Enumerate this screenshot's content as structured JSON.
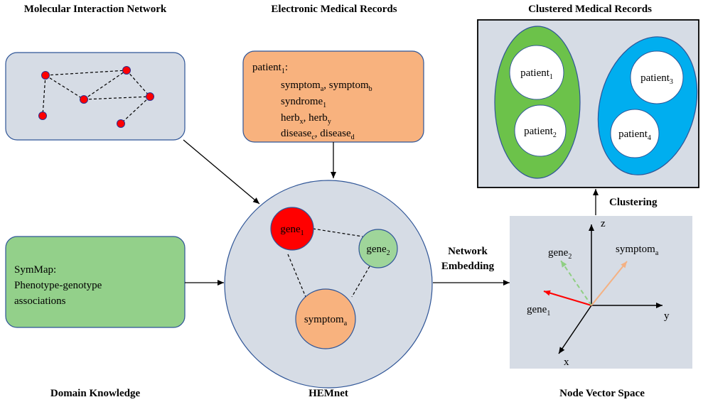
{
  "titles": {
    "molecular": "Molecular Interaction Network",
    "emr": "Electronic Medical Records",
    "clustered": "Clustered Medical Records",
    "domain": "Domain Knowledge",
    "hemnet": "HEMnet",
    "vector": "Node Vector Space"
  },
  "emr": {
    "patient": {
      "base": "patient",
      "sub": "1",
      "suffix": ":"
    },
    "line1": [
      {
        "base": "symptom",
        "sub": "a",
        "suffix": ", "
      },
      {
        "base": "symptom",
        "sub": "b",
        "suffix": ""
      }
    ],
    "line2": [
      {
        "base": "syndrome",
        "sub": "1",
        "suffix": ""
      }
    ],
    "line3": [
      {
        "base": "herb",
        "sub": "x",
        "suffix": ", "
      },
      {
        "base": "herb",
        "sub": "y",
        "suffix": ""
      }
    ],
    "line4": [
      {
        "base": "disease",
        "sub": "c",
        "suffix": ", "
      },
      {
        "base": "disease",
        "sub": "d",
        "suffix": ""
      }
    ]
  },
  "clusters": {
    "p1": {
      "base": "patient",
      "sub": "1"
    },
    "p2": {
      "base": "patient",
      "sub": "2"
    },
    "p3": {
      "base": "patient",
      "sub": "3"
    },
    "p4": {
      "base": "patient",
      "sub": "4"
    }
  },
  "symmap": {
    "line1": "SymMap:",
    "line2": "Phenotype-genotype",
    "line3": "associations"
  },
  "hemnet_nodes": {
    "gene1": {
      "base": "gene",
      "sub": "1"
    },
    "gene2": {
      "base": "gene",
      "sub": "2"
    },
    "symptom": {
      "base": "symptom",
      "sub": "a"
    }
  },
  "labels": {
    "clustering": "Clustering",
    "network": "Network",
    "embedding": "Embedding"
  },
  "vector": {
    "gene1": {
      "base": "gene",
      "sub": "1"
    },
    "gene2": {
      "base": "gene",
      "sub": "2"
    },
    "symptom": {
      "base": "symptom",
      "sub": "a"
    },
    "axis_x": "x",
    "axis_y": "y",
    "axis_z": "z"
  },
  "colors": {
    "panel": "#d6dce5",
    "emr_fill": "#f8b27e",
    "symmap_fill": "#93d08a",
    "gene1_fill": "#ff0000",
    "gene2_fill": "#9fd59a",
    "symptom_fill": "#f8b27e",
    "cluster_green": "#6cc24a",
    "cluster_blue": "#00aeef",
    "red_arrow": "#ff0000",
    "green_arrow": "#8fcf83",
    "orange_arrow": "#f4b183"
  }
}
